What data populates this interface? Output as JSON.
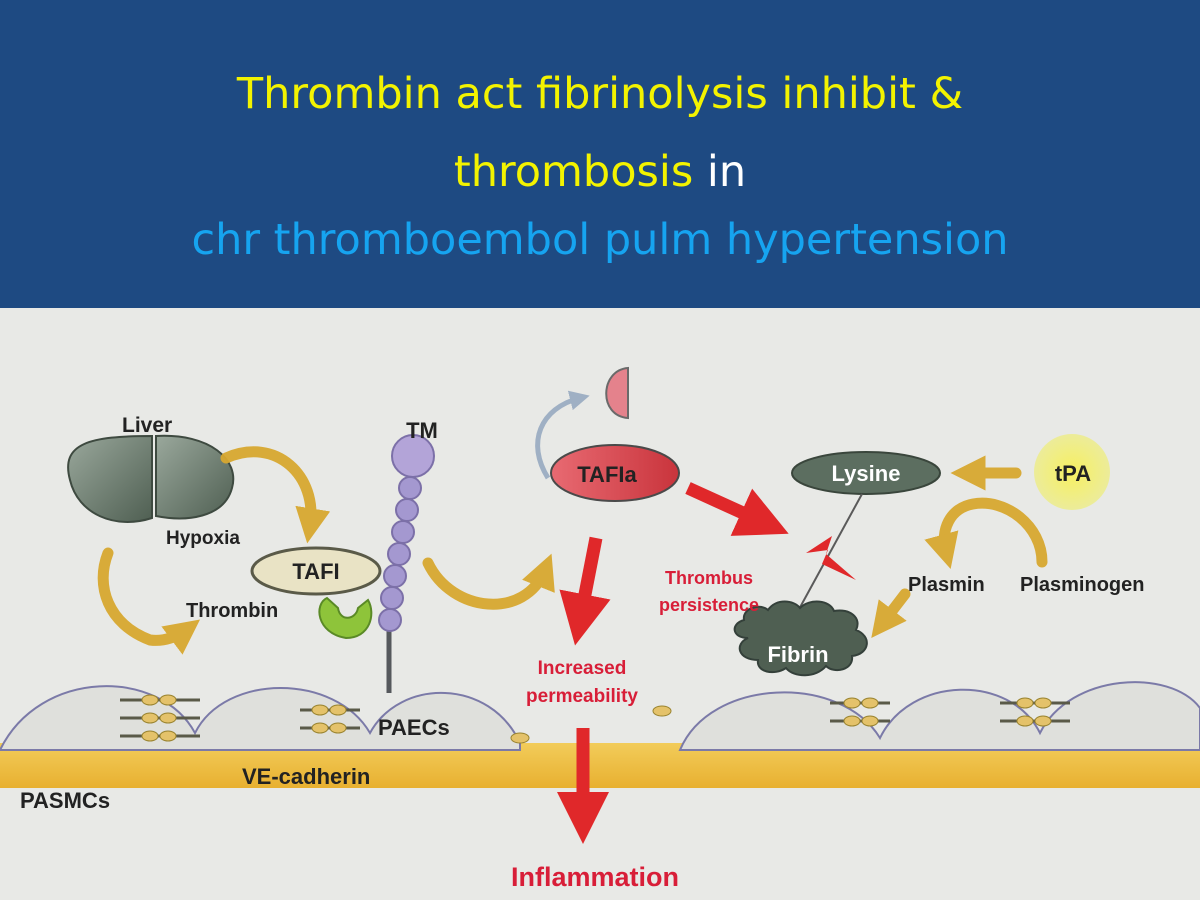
{
  "title": {
    "line1": "Thrombin act fibrinolysis inhibit &",
    "line2_highlight": "thrombosis",
    "line2_rest": " in",
    "line3": "chr thromboembol pulm hypertension"
  },
  "colors": {
    "banner_bg": "#1e4a82",
    "title_yellow": "#f3f300",
    "title_white": "#ffffff",
    "title_blue": "#16a4f0",
    "arrow_red": "#e0282a",
    "arrow_gold": "#d8a830",
    "label_red": "#d81e38"
  },
  "diagram": {
    "labels": {
      "liver": "Liver",
      "hypoxia": "Hypoxia",
      "thrombin": "Thrombin",
      "tafi": "TAFI",
      "tm": "TM",
      "tafia": "TAFIa",
      "lysine": "Lysine",
      "tpa": "tPA",
      "plasmin": "Plasmin",
      "plasminogen": "Plasminogen",
      "thrombus_persistence_1": "Thrombus",
      "thrombus_persistence_2": "persistence",
      "fibrin": "Fibrin",
      "increased_permeability_1": "Increased",
      "increased_permeability_2": "permeability",
      "paecs": "PAECs",
      "ve_cadherin": "VE-cadherin",
      "pasmcs": "PASMCs",
      "inflammation": "Inflammation"
    }
  }
}
